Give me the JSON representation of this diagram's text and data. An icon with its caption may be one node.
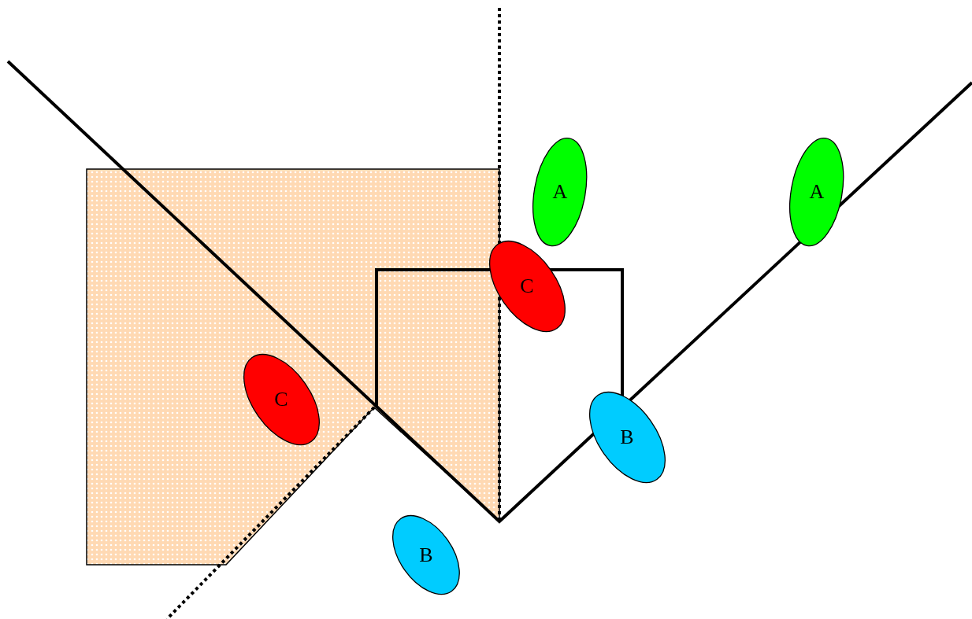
{
  "diagram": {
    "nodes": [
      {
        "text": [
          "A"
        ]
      },
      {
        "text": [
          "A"
        ]
      },
      {
        "text": [
          "C"
        ]
      },
      {
        "text": [
          "C"
        ]
      },
      {
        "text": [
          "B"
        ]
      },
      {
        "text": [
          "B"
        ]
      }
    ]
  }
}
